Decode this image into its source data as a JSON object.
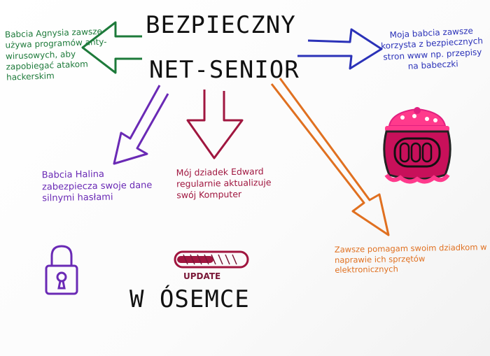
{
  "title": {
    "line1": "BEZPIECZNY",
    "line2": "NET-SENIOR"
  },
  "bottom_title": "W ÓSEMCE",
  "notes": {
    "green": "Babcia Agnysia zawsze używa programów anty-wirusowych, aby zapobiegać atakom hackerskim",
    "blue": "Moja babcia zawsze korzysta z bezpiecznych stron www np. przepisy na babeczki",
    "purple": "Babcia Halina zabezpiecza swoje dane silnymi hasłami",
    "red": "Mój dziadek Edward regularnie aktualizuje swój Komputer",
    "orange": "Zawsze pomagam swoim dziadkom w naprawie ich sprzętów elektronicznych"
  },
  "update_label": "UPDATE",
  "colors": {
    "green": "#1d7a3a",
    "blue": "#2b32b8",
    "purple": "#6a2ab5",
    "red": "#a0163f",
    "orange": "#e07020",
    "pink": "#e02080",
    "ink": "#111111"
  },
  "icons": [
    "padlock-icon",
    "cupcake-icon",
    "progress-bar-icon"
  ]
}
